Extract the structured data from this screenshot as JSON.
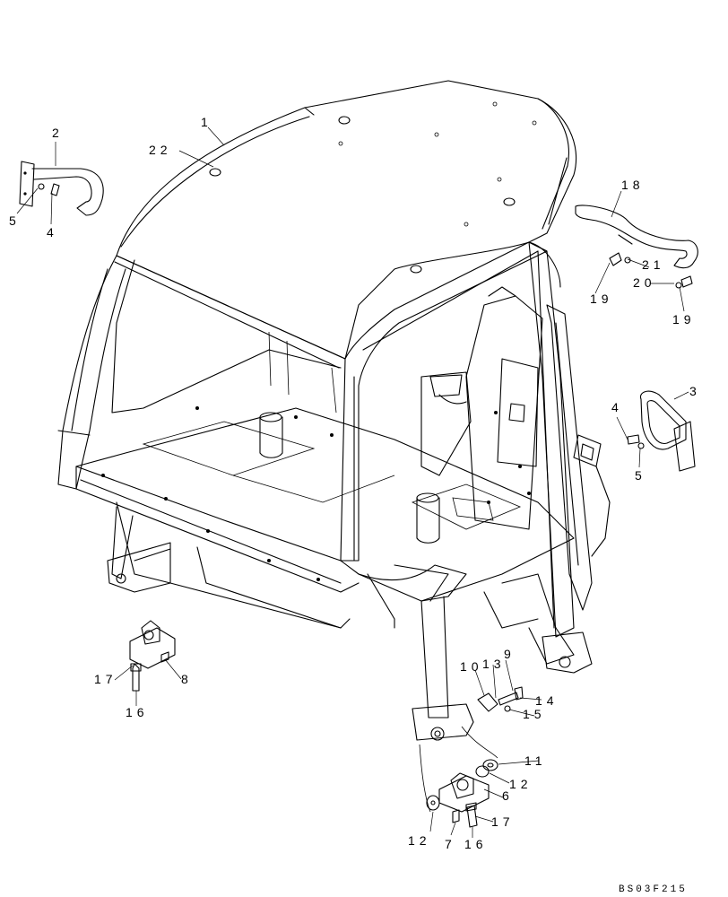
{
  "diagram": {
    "drawing_code": "BS03F215",
    "callouts": [
      "1",
      "2",
      "3",
      "4",
      "5",
      "6",
      "7",
      "8",
      "9",
      "10",
      "11",
      "12",
      "13",
      "14",
      "15",
      "16",
      "17",
      "18",
      "19",
      "20",
      "21",
      "22"
    ]
  }
}
